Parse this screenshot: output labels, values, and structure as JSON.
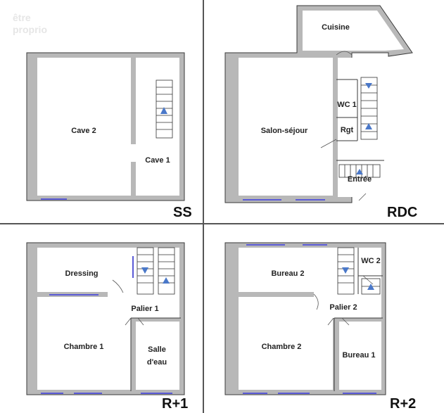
{
  "watermark": [
    "être",
    "proprio"
  ],
  "levels": {
    "ss": {
      "name": "SS",
      "rooms": {
        "cave2": "Cave 2",
        "cave1": "Cave 1"
      }
    },
    "rdc": {
      "name": "RDC",
      "rooms": {
        "cuisine": "Cuisine",
        "salon": "Salon-séjour",
        "wc1": "WC 1",
        "rgt": "Rgt",
        "entree": "Entrée"
      }
    },
    "r1": {
      "name": "R+1",
      "rooms": {
        "dressing": "Dressing",
        "palier1": "Palier 1",
        "chambre1": "Chambre 1",
        "salle1": "Salle",
        "salle2": "d'eau"
      }
    },
    "r2": {
      "name": "R+2",
      "rooms": {
        "bureau2": "Bureau 2",
        "wc2": "WC 2",
        "palier2": "Palier 2",
        "chambre2": "Chambre 2",
        "bureau1": "Bureau 1"
      }
    }
  },
  "colors": {
    "wall": "#b8b8b8",
    "window": "#5b5bd6",
    "stair_arrow": "#4a78c9"
  }
}
